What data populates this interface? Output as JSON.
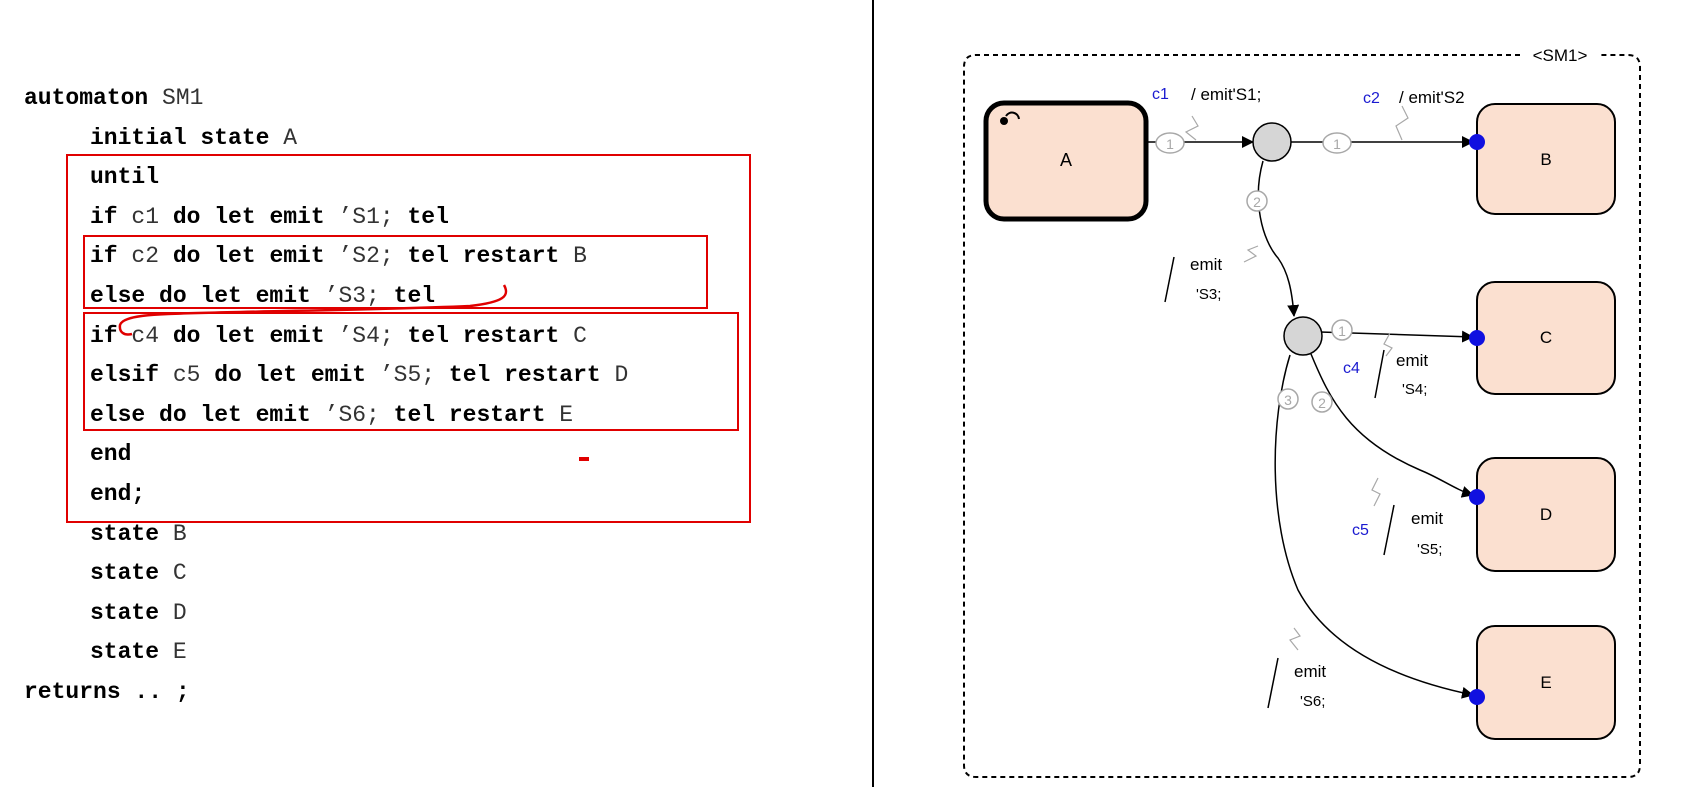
{
  "code": {
    "lines": [
      {
        "indent": 0,
        "parts": [
          {
            "t": "automaton",
            "kw": true
          },
          {
            "t": " SM1",
            "kw": false
          }
        ]
      },
      {
        "indent": 1,
        "parts": [
          {
            "t": "initial state",
            "kw": true
          },
          {
            "t": " A",
            "kw": false
          }
        ]
      },
      {
        "indent": 1,
        "parts": [
          {
            "t": "until",
            "kw": true
          }
        ]
      },
      {
        "indent": 1,
        "parts": [
          {
            "t": "if",
            "kw": true
          },
          {
            "t": " c1 ",
            "kw": false
          },
          {
            "t": "do let emit",
            "kw": true
          },
          {
            "t": " ’S1; ",
            "kw": false
          },
          {
            "t": "tel",
            "kw": true
          }
        ]
      },
      {
        "indent": 1,
        "parts": [
          {
            "t": "if",
            "kw": true
          },
          {
            "t": " c2 ",
            "kw": false
          },
          {
            "t": "do let emit",
            "kw": true
          },
          {
            "t": " ’S2; ",
            "kw": false
          },
          {
            "t": "tel restart",
            "kw": true
          },
          {
            "t": " B",
            "kw": false
          }
        ]
      },
      {
        "indent": 1,
        "parts": [
          {
            "t": "else do let emit",
            "kw": true
          },
          {
            "t": " ’S3; ",
            "kw": false
          },
          {
            "t": "tel",
            "kw": true
          }
        ]
      },
      {
        "indent": 1,
        "parts": [
          {
            "t": "if",
            "kw": true
          },
          {
            "t": " c4 ",
            "kw": false
          },
          {
            "t": "do let emit",
            "kw": true
          },
          {
            "t": " ’S4; ",
            "kw": false
          },
          {
            "t": "tel restart",
            "kw": true
          },
          {
            "t": " C",
            "kw": false
          }
        ]
      },
      {
        "indent": 1,
        "parts": [
          {
            "t": "elsif",
            "kw": true
          },
          {
            "t": " c5 ",
            "kw": false
          },
          {
            "t": "do let emit",
            "kw": true
          },
          {
            "t": " ’S5; ",
            "kw": false
          },
          {
            "t": "tel restart",
            "kw": true
          },
          {
            "t": " D",
            "kw": false
          }
        ]
      },
      {
        "indent": 1,
        "parts": [
          {
            "t": "else do let emit",
            "kw": true
          },
          {
            "t": " ’S6; ",
            "kw": false
          },
          {
            "t": "tel restart",
            "kw": true
          },
          {
            "t": " E",
            "kw": false
          }
        ]
      },
      {
        "indent": 1,
        "parts": [
          {
            "t": "end",
            "kw": true
          }
        ]
      },
      {
        "indent": 1,
        "parts": [
          {
            "t": "end;",
            "kw": true
          }
        ]
      },
      {
        "indent": 1,
        "parts": [
          {
            "t": "state",
            "kw": true
          },
          {
            "t": " B",
            "kw": false
          }
        ]
      },
      {
        "indent": 1,
        "parts": [
          {
            "t": "state",
            "kw": true
          },
          {
            "t": " C",
            "kw": false
          }
        ]
      },
      {
        "indent": 1,
        "parts": [
          {
            "t": "state",
            "kw": true
          },
          {
            "t": " D",
            "kw": false
          }
        ]
      },
      {
        "indent": 1,
        "parts": [
          {
            "t": "state",
            "kw": true
          },
          {
            "t": " E",
            "kw": false
          }
        ]
      },
      {
        "indent": 0,
        "parts": [
          {
            "t": "returns .. ;",
            "kw": true
          }
        ]
      }
    ]
  },
  "diagram": {
    "machine_label": "<SM1>",
    "states": {
      "A": "A",
      "B": "B",
      "C": "C",
      "D": "D",
      "E": "E"
    },
    "conditions": {
      "c1": "c1",
      "c2": "c2",
      "c4": "c4",
      "c5": "c5"
    },
    "actions": {
      "a1": "/ emit'S1;",
      "a2": "/ emit'S2",
      "a3_1": "emit",
      "a3_2": "'S3;",
      "a4_1": "emit",
      "a4_2": "'S4;",
      "a5_1": "emit",
      "a5_2": "'S5;",
      "a6_1": "emit",
      "a6_2": "'S6;"
    },
    "priorities": {
      "p_a1": "1",
      "p_j1_b": "1",
      "p_j1_j2": "2",
      "p_j2_c": "1",
      "p_j2_d": "2",
      "p_j2_e": "3"
    },
    "colors": {
      "state_fill": "#fbe0d0",
      "junction_fill": "#d6d6d6",
      "condition_text": "#1a1ad0",
      "entry_dot": "#1010e0",
      "priority_gray": "#a8a8a8",
      "annotation_red": "#e00000"
    }
  }
}
